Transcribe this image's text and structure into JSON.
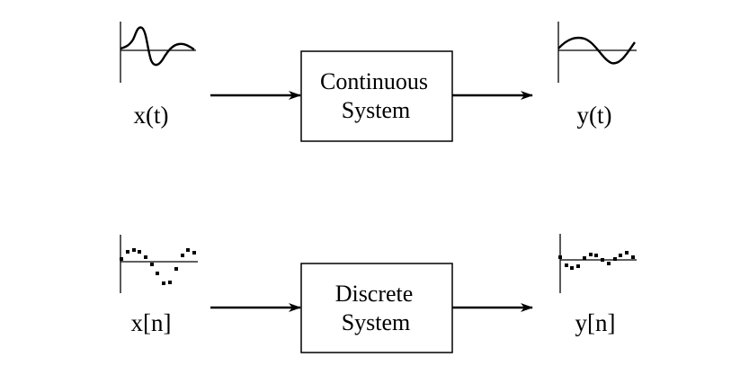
{
  "colors": {
    "ink": "#000000",
    "background": "#ffffff"
  },
  "rows": [
    {
      "input_label": "x(t)",
      "system_line1": "Continuous",
      "system_line2": "System",
      "output_label": "y(t)"
    },
    {
      "input_label": "x[n]",
      "system_line1": "Discrete",
      "system_line2": "System",
      "output_label": "y[n]"
    }
  ]
}
